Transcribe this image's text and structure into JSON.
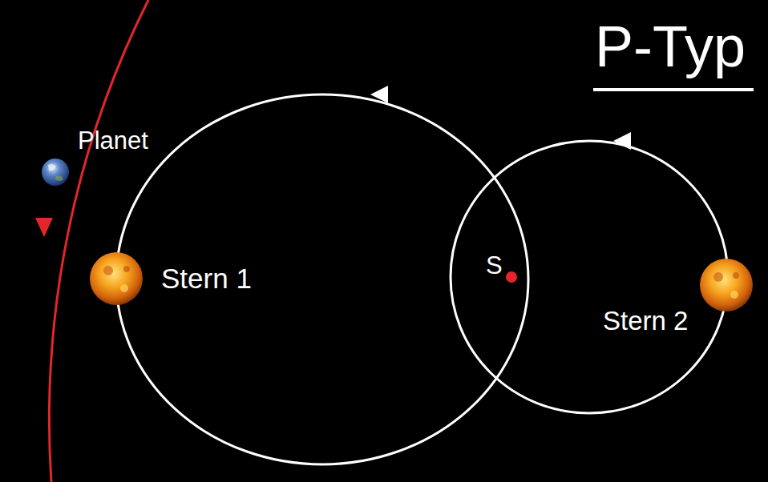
{
  "diagram": {
    "title": "P-Typ",
    "labels": [
      "Planet",
      "Stern 1",
      "S",
      "Stern 2"
    ]
  }
}
